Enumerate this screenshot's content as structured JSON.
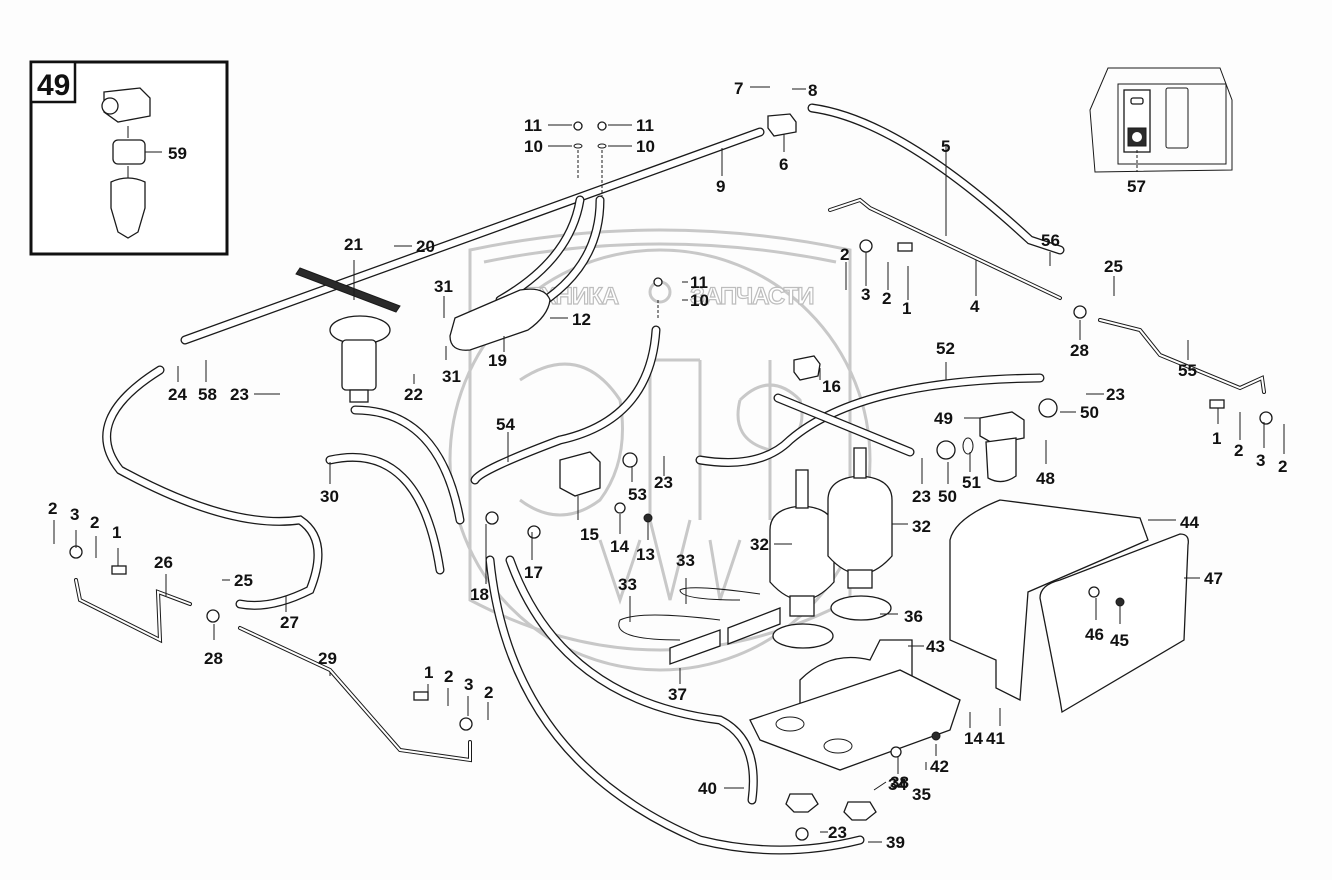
{
  "diagram": {
    "inset_49": {
      "badge": "49",
      "labels": [
        "59"
      ]
    },
    "inset_57": {
      "label": "57"
    },
    "watermark": {
      "left_text": "ТЕХНИКА",
      "right_text": "ЗАПЧАСТИ",
      "logo": "ЭПФ"
    },
    "callouts": [
      {
        "id": "c7",
        "text": "7"
      },
      {
        "id": "c8",
        "text": "8"
      },
      {
        "id": "c6",
        "text": "6"
      },
      {
        "id": "c5",
        "text": "5"
      },
      {
        "id": "c11a",
        "text": "11"
      },
      {
        "id": "c10a",
        "text": "10"
      },
      {
        "id": "c11b",
        "text": "11"
      },
      {
        "id": "c10b",
        "text": "10"
      },
      {
        "id": "c9",
        "text": "9"
      },
      {
        "id": "c21",
        "text": "21"
      },
      {
        "id": "c20",
        "text": "20"
      },
      {
        "id": "c31a",
        "text": "31"
      },
      {
        "id": "c31b",
        "text": "31"
      },
      {
        "id": "c12",
        "text": "12"
      },
      {
        "id": "c11c",
        "text": "11"
      },
      {
        "id": "c10c",
        "text": "10"
      },
      {
        "id": "c19",
        "text": "19"
      },
      {
        "id": "c24",
        "text": "24"
      },
      {
        "id": "c58",
        "text": "58"
      },
      {
        "id": "c23a",
        "text": "23"
      },
      {
        "id": "c22",
        "text": "22"
      },
      {
        "id": "c2a",
        "text": "2"
      },
      {
        "id": "c3a",
        "text": "3"
      },
      {
        "id": "c2b",
        "text": "2"
      },
      {
        "id": "c1a",
        "text": "1"
      },
      {
        "id": "c4",
        "text": "4"
      },
      {
        "id": "c56",
        "text": "56"
      },
      {
        "id": "c25a",
        "text": "25"
      },
      {
        "id": "c28a",
        "text": "28"
      },
      {
        "id": "c55",
        "text": "55"
      },
      {
        "id": "c52",
        "text": "52"
      },
      {
        "id": "c16",
        "text": "16"
      },
      {
        "id": "c23b",
        "text": "23"
      },
      {
        "id": "c49",
        "text": "49"
      },
      {
        "id": "c50a",
        "text": "50"
      },
      {
        "id": "c1b",
        "text": "1"
      },
      {
        "id": "c2c",
        "text": "2"
      },
      {
        "id": "c3b",
        "text": "3"
      },
      {
        "id": "c2d",
        "text": "2"
      },
      {
        "id": "c54",
        "text": "54"
      },
      {
        "id": "c30",
        "text": "30"
      },
      {
        "id": "c53",
        "text": "53"
      },
      {
        "id": "c23c",
        "text": "23"
      },
      {
        "id": "c23d",
        "text": "23"
      },
      {
        "id": "c50b",
        "text": "50"
      },
      {
        "id": "c51",
        "text": "51"
      },
      {
        "id": "c48",
        "text": "48"
      },
      {
        "id": "c15",
        "text": "15"
      },
      {
        "id": "c14a",
        "text": "14"
      },
      {
        "id": "c13",
        "text": "13"
      },
      {
        "id": "c32a",
        "text": "32"
      },
      {
        "id": "c32b",
        "text": "32"
      },
      {
        "id": "c44",
        "text": "44"
      },
      {
        "id": "c47",
        "text": "47"
      },
      {
        "id": "c2e",
        "text": "2"
      },
      {
        "id": "c3c",
        "text": "3"
      },
      {
        "id": "c2f",
        "text": "2"
      },
      {
        "id": "c1c",
        "text": "1"
      },
      {
        "id": "c26",
        "text": "26"
      },
      {
        "id": "c25b",
        "text": "25"
      },
      {
        "id": "c27",
        "text": "27"
      },
      {
        "id": "c28b",
        "text": "28"
      },
      {
        "id": "c18",
        "text": "18"
      },
      {
        "id": "c17",
        "text": "17"
      },
      {
        "id": "c33a",
        "text": "33"
      },
      {
        "id": "c33b",
        "text": "33"
      },
      {
        "id": "c36",
        "text": "36"
      },
      {
        "id": "c43",
        "text": "43"
      },
      {
        "id": "c46",
        "text": "46"
      },
      {
        "id": "c45",
        "text": "45"
      },
      {
        "id": "c29",
        "text": "29"
      },
      {
        "id": "c1d",
        "text": "1"
      },
      {
        "id": "c2g",
        "text": "2"
      },
      {
        "id": "c3d",
        "text": "3"
      },
      {
        "id": "c2h",
        "text": "2"
      },
      {
        "id": "c37",
        "text": "37"
      },
      {
        "id": "c14b",
        "text": "14"
      },
      {
        "id": "c41",
        "text": "41"
      },
      {
        "id": "c42",
        "text": "42"
      },
      {
        "id": "c34",
        "text": "34"
      },
      {
        "id": "c35",
        "text": "35"
      },
      {
        "id": "c40",
        "text": "40"
      },
      {
        "id": "c23e",
        "text": "23"
      },
      {
        "id": "c38",
        "text": "38"
      },
      {
        "id": "c39",
        "text": "39"
      }
    ]
  }
}
